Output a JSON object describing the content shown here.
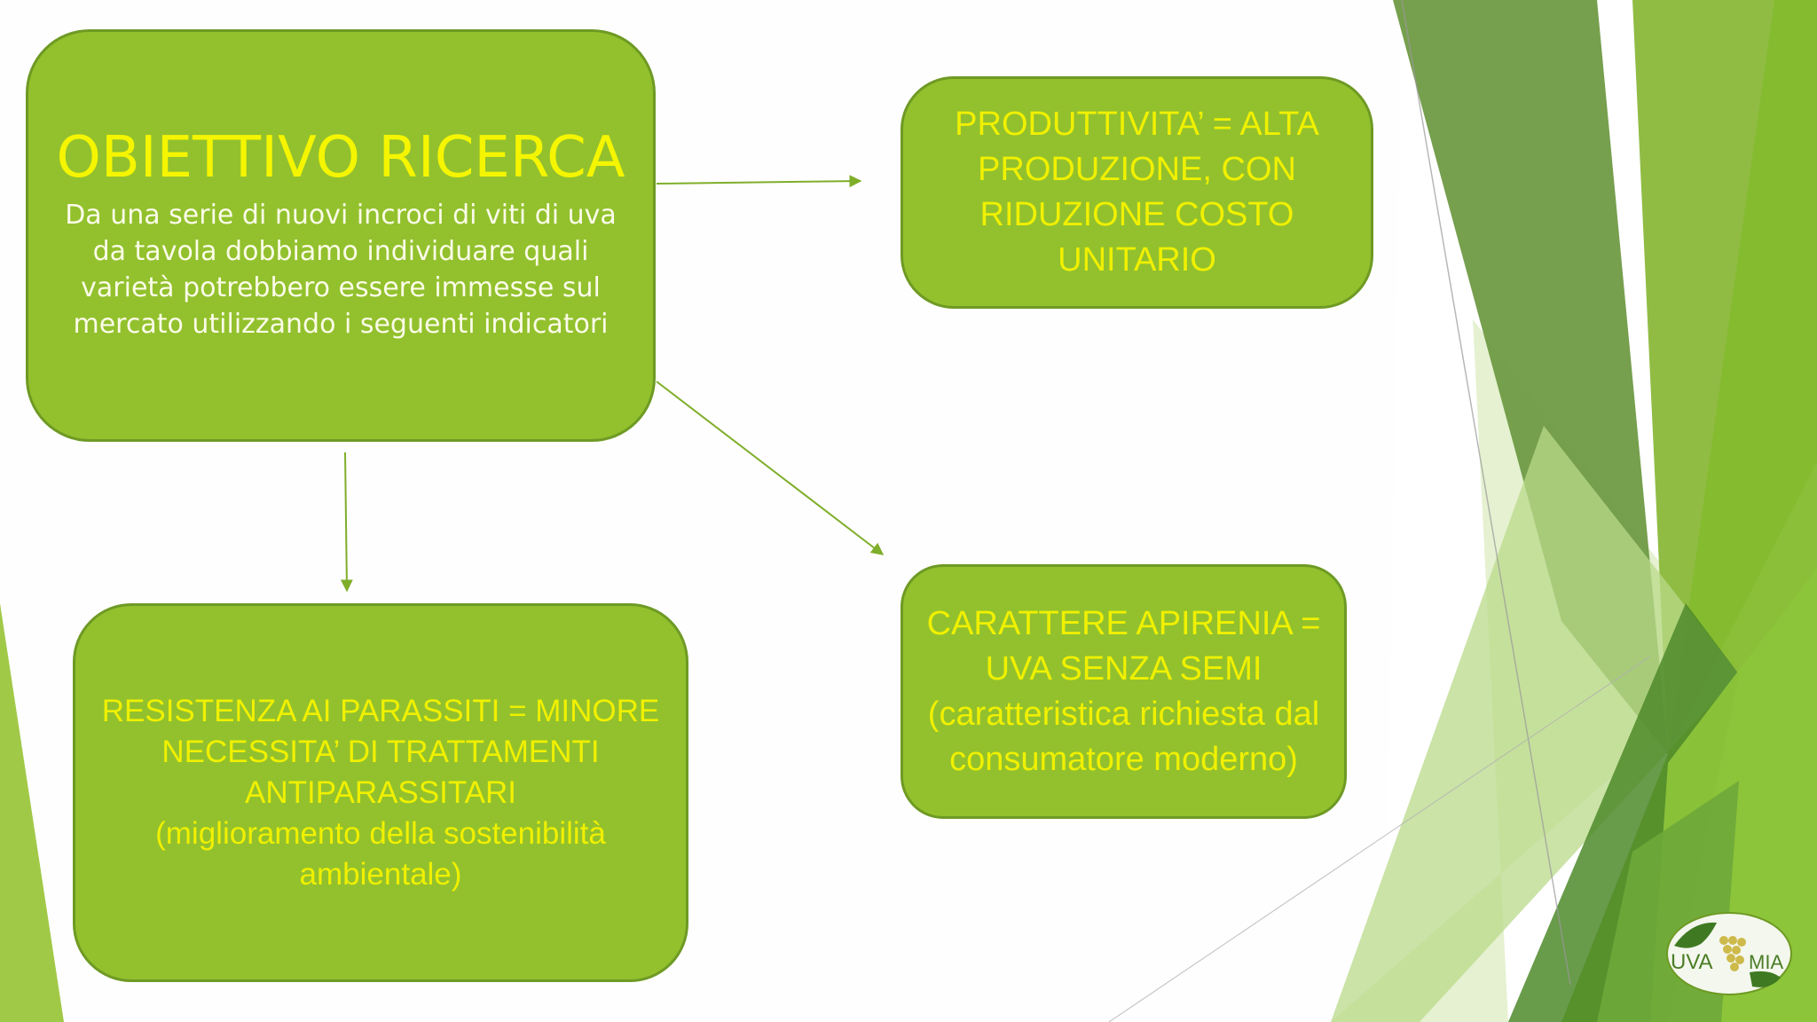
{
  "main": {
    "title": "OBIETTIVO RICERCA",
    "description": "Da una serie di nuovi incroci di viti di uva da tavola dobbiamo individuare quali varietà potrebbero essere immesse sul mercato utilizzando i seguenti indicatori"
  },
  "productivity": {
    "text": "PRODUTTIVITA’ = ALTA PRODUZIONE, CON RIDUZIONE COSTO UNITARIO"
  },
  "resistance": {
    "line1": "RESISTENZA AI PARASSITI = MINORE NECESSITA’ DI TRATTAMENTI ANTIPARASSITARI",
    "line2": "(miglioramento della sostenibilità ambientale)"
  },
  "seedless": {
    "line1": "CARATTERE APIRENIA = UVA SENZA SEMI",
    "line2": "(caratteristica richiesta dal consumatore moderno)"
  },
  "logo": {
    "left_text": "UVA",
    "right_text": "MIA"
  },
  "colors": {
    "box_fill": "#92c12d",
    "box_border": "#6e9a24",
    "title_yellow": "#f5f500",
    "arrow": "#7fae2a"
  }
}
